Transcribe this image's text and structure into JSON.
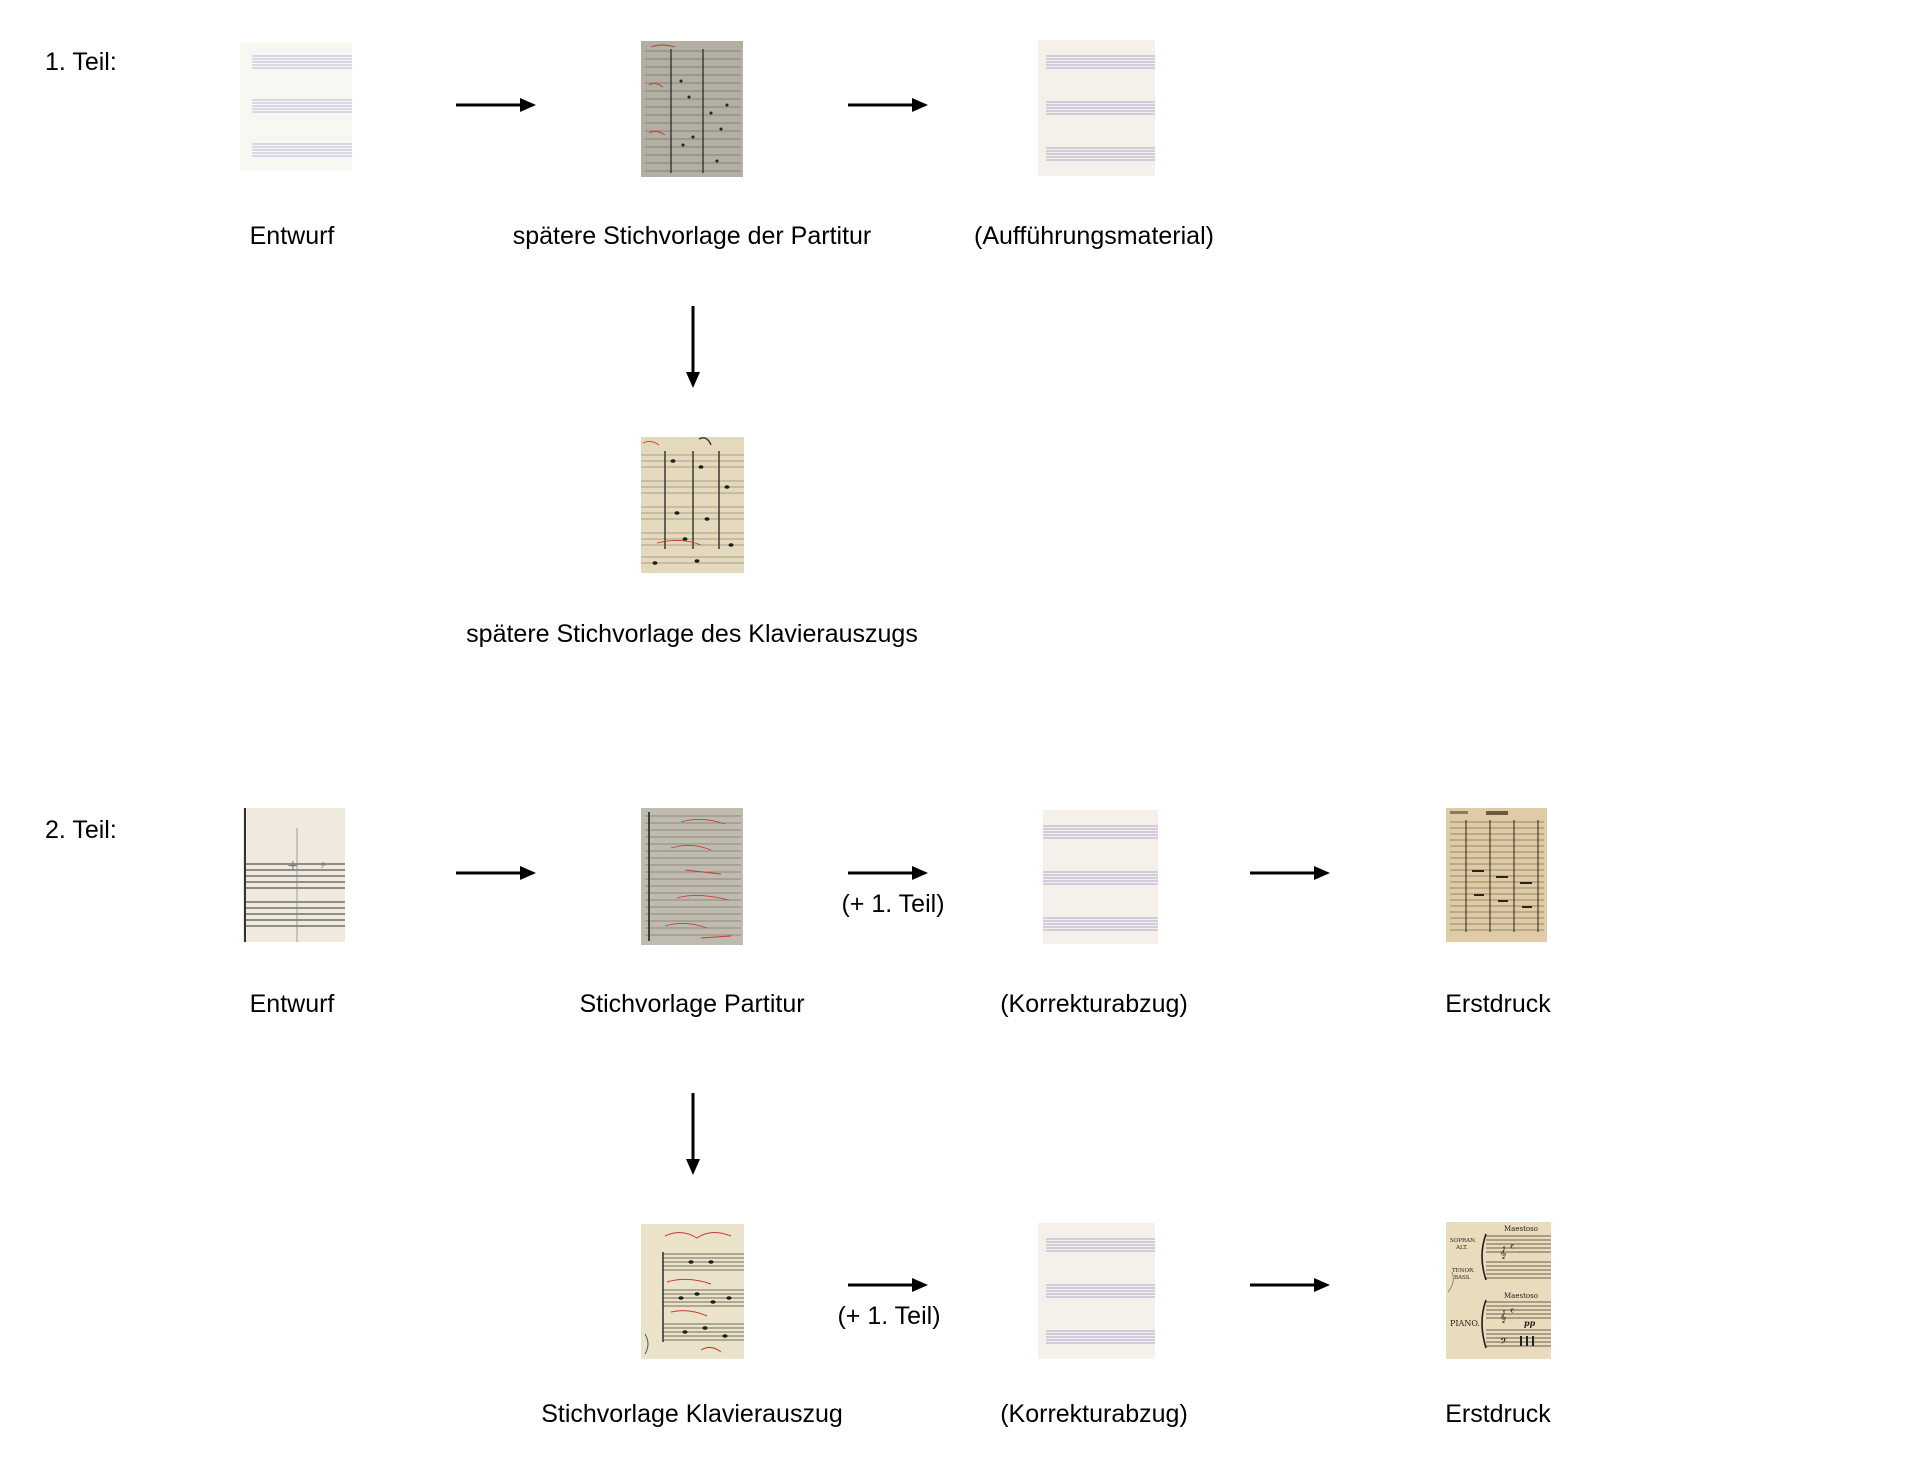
{
  "diagram": {
    "part1": {
      "heading": "1. Teil:",
      "nodes": {
        "entwurf": {
          "label": "Entwurf",
          "image": "blank-staff-paper"
        },
        "stichvorlage_partitur": {
          "label": "spätere Stichvorlage der Partitur",
          "image": "manuscript-score"
        },
        "auffuehrungsmaterial": {
          "label": "(Aufführungsmaterial)",
          "image": "blank-staff-paper"
        },
        "stichvorlage_klavierauszug": {
          "label": "spätere Stichvorlage des Klavierauszugs",
          "image": "manuscript-piano-reduction"
        }
      }
    },
    "part2": {
      "heading": "2. Teil:",
      "nodes": {
        "entwurf": {
          "label": "Entwurf",
          "image": "sketch-staff-paper"
        },
        "stichvorlage_partitur": {
          "label": "Stichvorlage Partitur",
          "image": "manuscript-score-red"
        },
        "korrekturabzug_partitur": {
          "label": "(Korrekturabzug)",
          "image": "blank-staff-paper"
        },
        "erstdruck_partitur": {
          "label": "Erstdruck",
          "image": "printed-score"
        },
        "stichvorlage_klavierauszug": {
          "label": "Stichvorlage Klavierauszug",
          "image": "manuscript-vocal-score"
        },
        "korrekturabzug_klavierauszug": {
          "label": "(Korrekturabzug)",
          "image": "blank-staff-paper"
        },
        "erstdruck_klavierauszug": {
          "label": "Erstdruck",
          "image": "printed-vocal-score"
        }
      },
      "edge_notes": {
        "partitur_to_korrektur": "(+ 1. Teil)",
        "klavierauszug_to_korrektur": "(+ 1. Teil)"
      },
      "print_text": {
        "maestoso_top": "Maestoso",
        "maestoso_mid": "Maestoso",
        "sopran": "SOPRAN.",
        "alt": "ALT.",
        "tenor": "TENOR.",
        "bass": "BASS.",
        "piano": "PIANO.",
        "pp": "pp"
      }
    },
    "arrow_icon": "arrow-right-icon",
    "arrow_down_icon": "arrow-down-icon",
    "colors": {
      "blank_paper": "#f7f4ee",
      "staff_line": "#a8a6d0",
      "manuscript_gray": "#b8b4a8",
      "manuscript_cream": "#e8dcc0",
      "ink": "#2a2a2a",
      "red_ink": "#c83a3a"
    }
  }
}
